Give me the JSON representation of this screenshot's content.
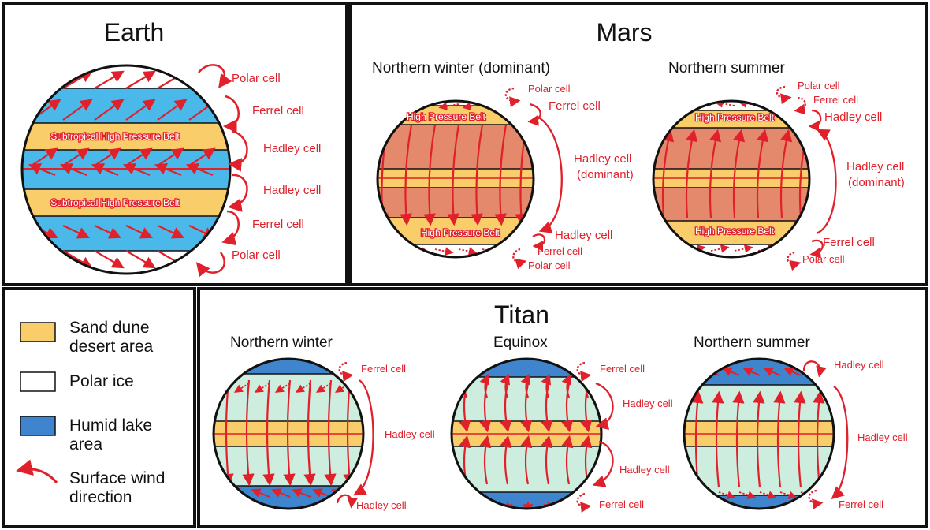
{
  "colors": {
    "dune": "#f8cd6a",
    "ice": "#ffffff",
    "lake": "#3f85cd",
    "earth_ocean": "#4ab9e9",
    "mars_surface": "#e4896b",
    "titan_surface": "#cdeede",
    "arrow": "#e0202a"
  },
  "earth": {
    "title": "Earth",
    "belt_label": "Subtropical High Pressure Belt",
    "cells": [
      "Polar cell",
      "Ferrel cell",
      "Hadley cell",
      "Hadley cell",
      "Ferrel cell",
      "Polar cell"
    ]
  },
  "mars": {
    "title": "Mars",
    "winter": {
      "subtitle": "Northern winter (dominant)",
      "belt_label": "High Pressure Belt",
      "polar_top": "Polar cell",
      "ferrel_top": "Ferrel cell",
      "hadley_line1": "Hadley cell",
      "hadley_line2": "(dominant)",
      "hadley_bottom": "Hadley cell",
      "ferrel_bottom": "Ferrel cell",
      "polar_bottom": "Polar cell"
    },
    "summer": {
      "subtitle": "Northern summer",
      "belt_label": "High Pressure Belt",
      "polar_top": "Polar cell",
      "ferrel_top": "Ferrel cell",
      "hadley_top": "Hadley cell",
      "hadley_line1": "Hadley cell",
      "hadley_line2": "(dominant)",
      "ferrel_bottom": "Ferrel cell",
      "polar_bottom": "Polar cell"
    }
  },
  "titan": {
    "title": "Titan",
    "winter": {
      "subtitle": "Northern winter",
      "ferrel": "Ferrel cell",
      "hadley_mid": "Hadley cell",
      "hadley_bottom": "Hadley cell"
    },
    "equinox": {
      "subtitle": "Equinox",
      "ferrel_top": "Ferrel cell",
      "hadley_top": "Hadley cell",
      "hadley_bottom": "Hadley cell",
      "ferrel_bottom": "Ferrel cell"
    },
    "summer": {
      "subtitle": "Northern summer",
      "hadley_top": "Hadley cell",
      "hadley_mid": "Hadley cell",
      "ferrel": "Ferrel cell"
    }
  },
  "legend": {
    "dune_line1": "Sand dune",
    "dune_line2": "desert area",
    "ice": "Polar ice",
    "lake_line1": "Humid lake",
    "lake_line2": "area",
    "wind_line1": "Surface wind",
    "wind_line2": "direction"
  }
}
